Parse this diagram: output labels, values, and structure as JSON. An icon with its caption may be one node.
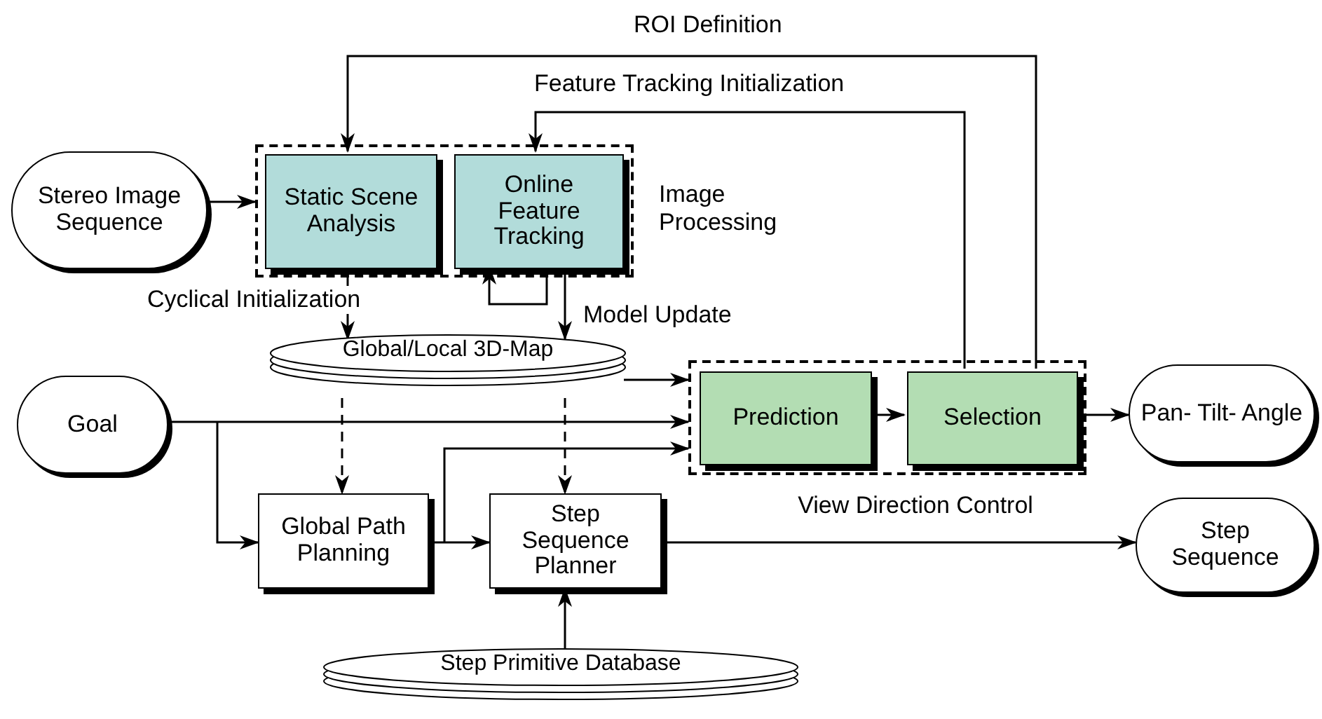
{
  "diagram": {
    "nodes": [
      {
        "text": [
          "Stereo Image Sequence"
        ]
      },
      {
        "text": [
          "Image Processing"
        ]
      },
      {
        "text": [
          "Static Scene Analysis"
        ],
        "in": 1
      },
      {
        "text": [
          "Online Feature Tracking"
        ],
        "in": 1
      },
      {
        "text": [
          "Global/Local 3D-Map"
        ]
      },
      {
        "text": [
          "View Direction Control"
        ]
      },
      {
        "text": [
          "Prediction"
        ],
        "in": 5
      },
      {
        "text": [
          "Selection"
        ],
        "in": 5
      },
      {
        "text": [
          "Pan- Tilt- Angle"
        ]
      },
      {
        "text": [
          "Goal"
        ]
      },
      {
        "text": [
          "Global Path Planning"
        ]
      },
      {
        "text": [
          "Step Sequence Planner"
        ]
      },
      {
        "text": [
          "Step Sequence"
        ]
      },
      {
        "text": [
          "Step Primitive Database"
        ]
      }
    ],
    "edges": [
      {
        "from": 0,
        "to": 1,
        "arrow": "to"
      },
      {
        "from": 7,
        "to": 2,
        "arrow": "to",
        "label": "ROI Definition"
      },
      {
        "from": 7,
        "to": 3,
        "arrow": "to",
        "label": "Feature Tracking Initialization"
      },
      {
        "from": 3,
        "to": 3,
        "arrow": "to"
      },
      {
        "from": 2,
        "to": 4,
        "arrow": "to",
        "label": "Cyclical Initialization"
      },
      {
        "from": 3,
        "to": 4,
        "arrow": "to",
        "label": "Model Update"
      },
      {
        "from": 4,
        "to": 5,
        "arrow": "to"
      },
      {
        "from": 9,
        "to": 5,
        "arrow": "to"
      },
      {
        "from": 9,
        "to": 10,
        "arrow": "to"
      },
      {
        "from": 4,
        "to": 10,
        "arrow": "to",
        "style": "dashed"
      },
      {
        "from": 4,
        "to": 11,
        "arrow": "to",
        "style": "dashed"
      },
      {
        "from": 10,
        "to": 11,
        "arrow": "to"
      },
      {
        "from": 10,
        "to": 5,
        "arrow": "to"
      },
      {
        "from": 6,
        "to": 7,
        "arrow": "to"
      },
      {
        "from": 7,
        "to": 8,
        "arrow": "to"
      },
      {
        "from": 11,
        "to": 12,
        "arrow": "to"
      },
      {
        "from": 13,
        "to": 11,
        "arrow": "to"
      }
    ]
  }
}
